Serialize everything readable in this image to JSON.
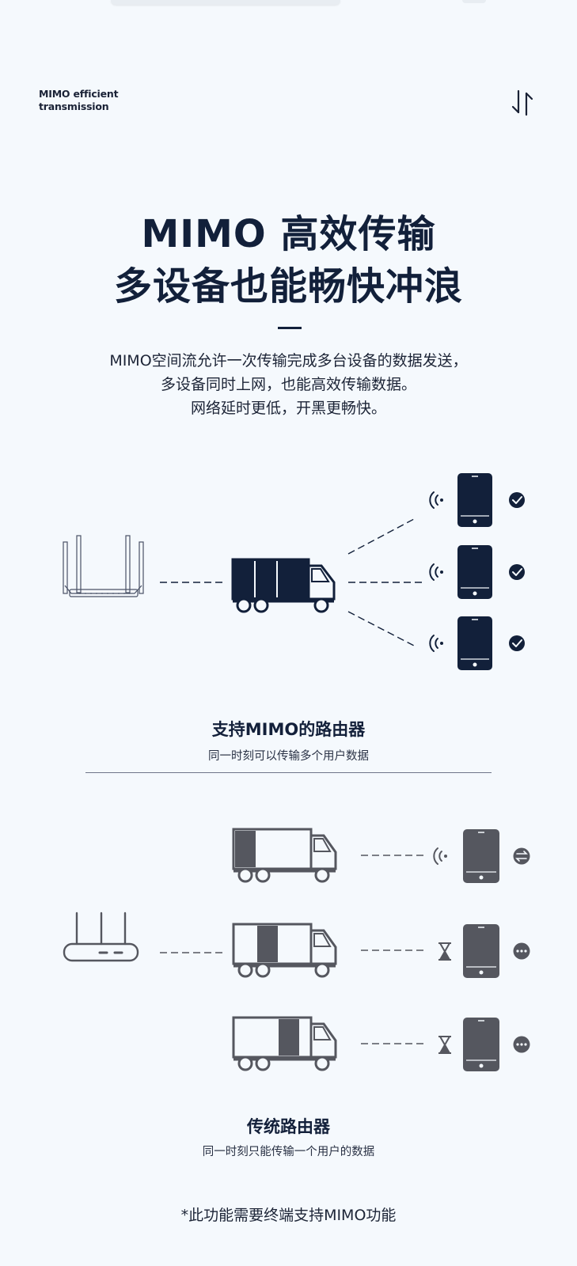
{
  "eyebrow": "MIMO efficient\ntransmission",
  "headline": {
    "line1": "MIMO 高效传输",
    "line2": "多设备也能畅快冲浪"
  },
  "description": {
    "line1": "MIMO空间流允许一次传输完成多台设备的数据发送，",
    "line2": "多设备同时上网，也能高效传输数据。",
    "line3": "网络延时更低，开黑更畅快。"
  },
  "mimo_section": {
    "title": "支持MIMO的路由器",
    "subtitle": "同一时刻可以传输多个用户数据"
  },
  "traditional_section": {
    "title": "传统路由器",
    "subtitle": "同一时刻只能传输一个用户的数据"
  },
  "footnote": "*此功能需要终端支持MIMO功能",
  "icons": {
    "swap": "swap-arrows-icon",
    "router": "router-icon",
    "truck": "truck-icon",
    "phone": "phone-icon",
    "wifi": "wifi-signal-icon",
    "check": "check-circle-icon",
    "hourglass": "hourglass-icon",
    "more": "more-circle-icon",
    "transfer": "transfer-circle-icon"
  },
  "colors": {
    "dark": "#12203a",
    "gray_device": "#55575f",
    "background": "#f5f9fd"
  }
}
